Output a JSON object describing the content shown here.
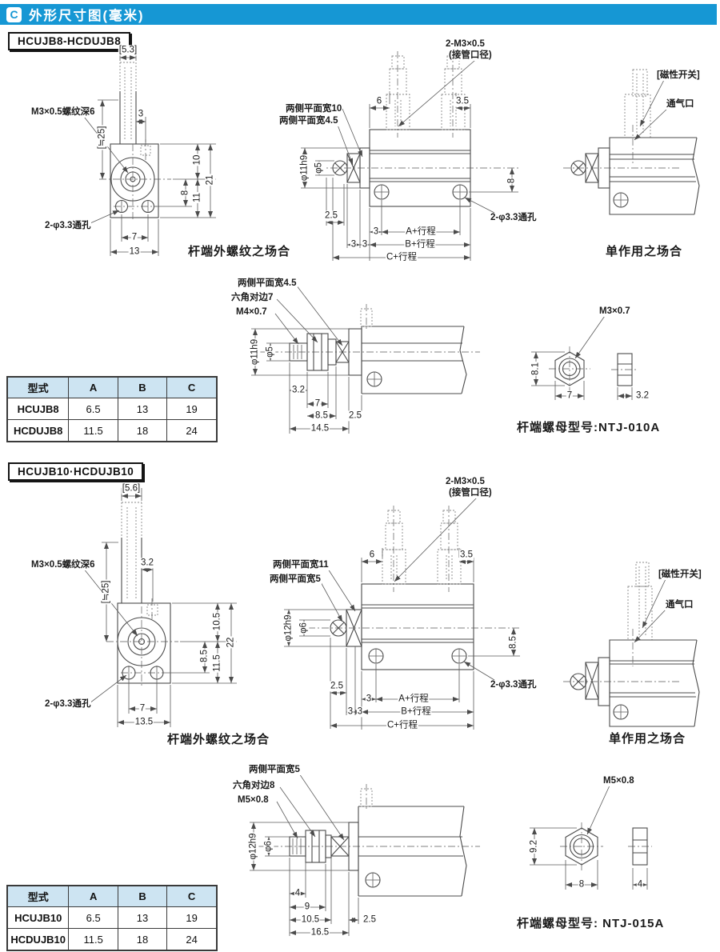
{
  "theme": {
    "accent": "#1697d4",
    "table_header_bg": "#cde4f2"
  },
  "header": {
    "icon": "C",
    "title": "外形尺寸图(毫米)"
  },
  "section1": {
    "tab": "HCUJB8-HCDUJB8",
    "front": {
      "rod_width": "[5.3]",
      "dim_3": "3",
      "thread_note": "M3×0.5螺纹深6",
      "approx_len": "[≒25]",
      "dim_10": "10",
      "dim_21": "21",
      "dim_8": "8",
      "dim_11": "11",
      "hole_note": "2-φ3.3通孔",
      "dim_7": "7",
      "dim_13": "13",
      "caption": "杆端外螺纹之场合"
    },
    "side": {
      "port_note": "2-M3×0.5",
      "port_note_sub": "(接管口径)",
      "dim_6": "6",
      "dim_3_5": "3.5",
      "flat_note_1": "两侧平面宽10",
      "flat_note_2": "两侧平面宽4.5",
      "dia_flange": "φ11h9",
      "dia_rod": "φ5",
      "dim_8": "8",
      "dim_2_5": "2.5",
      "dim_3_a": "3",
      "stroke_a": "A+行程",
      "dim_3_b": "3",
      "dim_3_c": "3",
      "stroke_b": "B+行程",
      "stroke_c": "C+行程",
      "hole_note": "2-φ3.3通孔"
    },
    "single": {
      "switch_note": "[磁性开关]",
      "vent_note": "通气口",
      "caption": "单作用之场合"
    },
    "rod_end": {
      "flat_note": "两侧平面宽4.5",
      "hex_note": "六角对边7",
      "thread_note": "M4×0.7",
      "dia_flange": "φ11h9",
      "dia_rod": "φ5",
      "dim_3_2": "3.2",
      "dim_7": "7",
      "dim_8_5": "8.5",
      "dim_2_5": "2.5",
      "dim_14_5": "14.5"
    },
    "nut": {
      "thread": "M3×0.7",
      "dim_h": "8.1",
      "dim_w": "7",
      "dim_t": "3.2",
      "caption": "杆端螺母型号:NTJ-010A"
    },
    "table": {
      "headers": [
        "型式",
        "A",
        "B",
        "C"
      ],
      "rows": [
        {
          "model": "HCUJB8",
          "a": "6.5",
          "b": "13",
          "c": "19"
        },
        {
          "model": "HCDUJB8",
          "a": "11.5",
          "b": "18",
          "c": "24"
        }
      ]
    }
  },
  "section2": {
    "tab": "HCUJB10·HCDUJB10",
    "front": {
      "rod_width": "[5.6]",
      "dim_3_2": "3.2",
      "thread_note": "M3×0.5螺纹深6",
      "approx_len": "[≒25]",
      "dim_10_5": "10.5",
      "dim_22": "22",
      "dim_8_5": "8.5",
      "dim_11_5": "11.5",
      "hole_note": "2-φ3.3通孔",
      "dim_7": "7",
      "dim_13_5": "13.5",
      "caption": "杆端外螺纹之场合"
    },
    "side": {
      "port_note": "2-M3×0.5",
      "port_note_sub": "(接管口径)",
      "dim_6": "6",
      "dim_3_5": "3.5",
      "flat_note_1": "两侧平面宽11",
      "flat_note_2": "两侧平面宽5",
      "dia_flange": "φ12h9",
      "dia_rod": "φ6",
      "dim_8_5": "8.5",
      "dim_2_5": "2.5",
      "dim_3_a": "3",
      "stroke_a": "A+行程",
      "dim_3_b": "3",
      "dim_3_c": "3",
      "stroke_b": "B+行程",
      "stroke_c": "C+行程",
      "hole_note": "2-φ3.3通孔"
    },
    "single": {
      "switch_note": "[磁性开关]",
      "vent_note": "通气口",
      "caption": "单作用之场合"
    },
    "rod_end": {
      "flat_note": "两侧平面宽5",
      "hex_note": "六角对边8",
      "thread_note": "M5×0.8",
      "dia_flange": "φ12h9",
      "dia_rod": "φ6",
      "dim_4": "4",
      "dim_9": "9",
      "dim_10_5": "10.5",
      "dim_2_5": "2.5",
      "dim_16_5": "16.5"
    },
    "nut": {
      "thread": "M5×0.8",
      "dim_h": "9.2",
      "dim_w": "8",
      "dim_t": "4",
      "caption": "杆端螺母型号: NTJ-015A"
    },
    "table": {
      "headers": [
        "型式",
        "A",
        "B",
        "C"
      ],
      "rows": [
        {
          "model": "HCUJB10",
          "a": "6.5",
          "b": "13",
          "c": "19"
        },
        {
          "model": "HCDUJB10",
          "a": "11.5",
          "b": "18",
          "c": "24"
        }
      ]
    }
  }
}
